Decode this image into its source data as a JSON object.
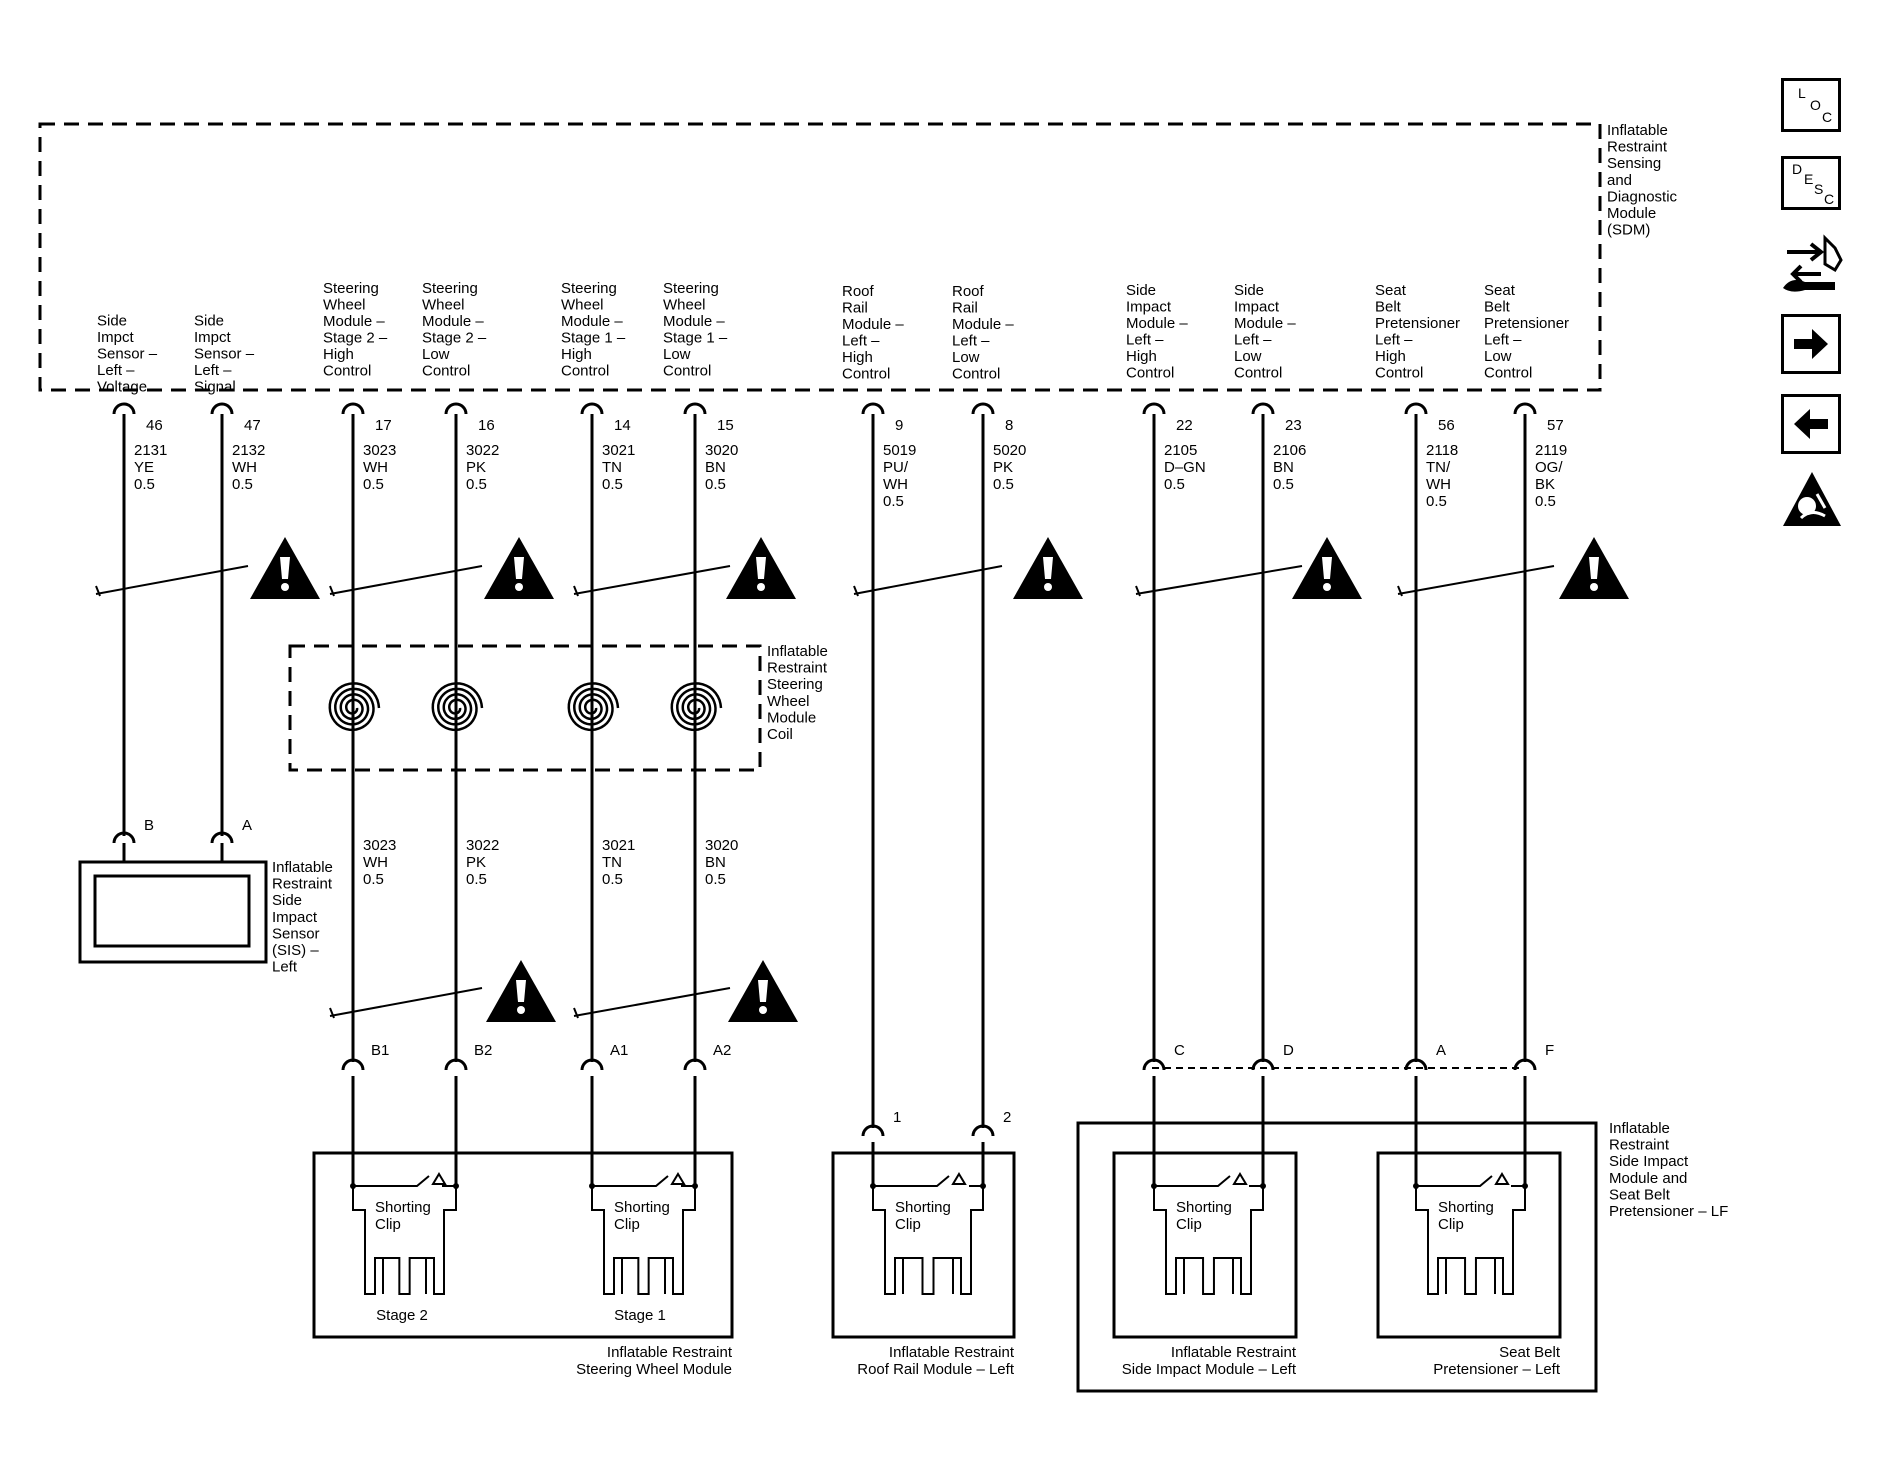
{
  "sdm": {
    "title": [
      "Inflatable",
      "Restraint",
      "Sensing",
      "and",
      "Diagnostic",
      "Module",
      "(SDM)"
    ],
    "pins": [
      {
        "label": [
          "Side",
          "Impct",
          "Sensor –",
          "Left –",
          "Voltage"
        ],
        "pin": "46",
        "circuit": [
          "2131",
          "YE",
          "0.5"
        ]
      },
      {
        "label": [
          "Side",
          "Impct",
          "Sensor –",
          "Left –",
          "Signal"
        ],
        "pin": "47",
        "circuit": [
          "2132",
          "WH",
          "0.5"
        ]
      },
      {
        "label": [
          "Steering",
          "Wheel",
          "Module –",
          "Stage 2 –",
          "High",
          "Control"
        ],
        "pin": "17",
        "circuit": [
          "3023",
          "WH",
          "0.5"
        ]
      },
      {
        "label": [
          "Steering",
          "Wheel",
          "Module –",
          "Stage 2 –",
          "Low",
          "Control"
        ],
        "pin": "16",
        "circuit": [
          "3022",
          "PK",
          "0.5"
        ]
      },
      {
        "label": [
          "Steering",
          "Wheel",
          "Module –",
          "Stage 1 –",
          "High",
          "Control"
        ],
        "pin": "14",
        "circuit": [
          "3021",
          "TN",
          "0.5"
        ]
      },
      {
        "label": [
          "Steering",
          "Wheel",
          "Module –",
          "Stage 1 –",
          "Low",
          "Control"
        ],
        "pin": "15",
        "circuit": [
          "3020",
          "BN",
          "0.5"
        ]
      },
      {
        "label": [
          "Roof",
          "Rail",
          "Module –",
          "Left –",
          "High",
          "Control"
        ],
        "pin": "9",
        "circuit": [
          "5019",
          "PU/",
          "WH",
          "0.5"
        ]
      },
      {
        "label": [
          "Roof",
          "Rail",
          "Module –",
          "Left –",
          "Low",
          "Control"
        ],
        "pin": "8",
        "circuit": [
          "5020",
          "PK",
          "0.5"
        ]
      },
      {
        "label": [
          "Side",
          "Impact",
          "Module –",
          "Left –",
          "High",
          "Control"
        ],
        "pin": "22",
        "circuit": [
          "2105",
          "D–GN",
          "0.5"
        ]
      },
      {
        "label": [
          "Side",
          "Impact",
          "Module –",
          "Left –",
          "Low",
          "Control"
        ],
        "pin": "23",
        "circuit": [
          "2106",
          "BN",
          "0.5"
        ]
      },
      {
        "label": [
          "Seat",
          "Belt",
          "Pretensioner",
          "Left –",
          "High",
          "Control"
        ],
        "pin": "56",
        "circuit": [
          "2118",
          "TN/",
          "WH",
          "0.5"
        ]
      },
      {
        "label": [
          "Seat",
          "Belt",
          "Pretensioner",
          "Left –",
          "Low",
          "Control"
        ],
        "pin": "57",
        "circuit": [
          "2119",
          "OG/",
          "BK",
          "0.5"
        ]
      }
    ]
  },
  "coil": {
    "title": [
      "Inflatable",
      "Restraint",
      "Steering",
      "Wheel",
      "Module",
      "Coil"
    ],
    "lower_circuits": [
      [
        "3023",
        "WH",
        "0.5"
      ],
      [
        "3022",
        "PK",
        "0.5"
      ],
      [
        "3021",
        "TN",
        "0.5"
      ],
      [
        "3020",
        "BN",
        "0.5"
      ]
    ]
  },
  "sis": {
    "title": [
      "Inflatable",
      "Restraint",
      "Side",
      "Impact",
      "Sensor",
      "(SIS) –",
      "Left"
    ],
    "pins": [
      "B",
      "A"
    ]
  },
  "steering_module": {
    "pins": [
      "B1",
      "B2",
      "A1",
      "A2"
    ],
    "clip_label": [
      "Shorting",
      "Clip"
    ],
    "stage_labels": [
      "Stage 2",
      "Stage 1"
    ],
    "title": [
      "Inflatable Restraint",
      "Steering Wheel Module"
    ]
  },
  "roof_rail": {
    "pins": [
      "1",
      "2"
    ],
    "clip_label": [
      "Shorting",
      "Clip"
    ],
    "title": [
      "Inflatable Restraint",
      "Roof Rail Module – Left"
    ]
  },
  "side_impact_assembly": {
    "title": [
      "Inflatable",
      "Restraint",
      "Side Impact",
      "Module and",
      "Seat Belt",
      "Pretensioner – LF"
    ],
    "pins": [
      "C",
      "D",
      "A",
      "F"
    ],
    "clip_label": [
      "Shorting",
      "Clip"
    ],
    "side_impact_title": [
      "Inflatable Restraint",
      "Side Impact Module – Left"
    ],
    "pretensioner_title": [
      "Seat Belt",
      "Pretensioner – Left"
    ]
  },
  "nav": {
    "loc": [
      "L",
      "O",
      "C"
    ],
    "desc": [
      "D",
      "E",
      "S",
      "C"
    ],
    "icons": [
      "loc-icon",
      "desc-icon",
      "connector-wrench-icon",
      "arrow-right-icon",
      "arrow-left-icon",
      "airbag-icon"
    ]
  }
}
